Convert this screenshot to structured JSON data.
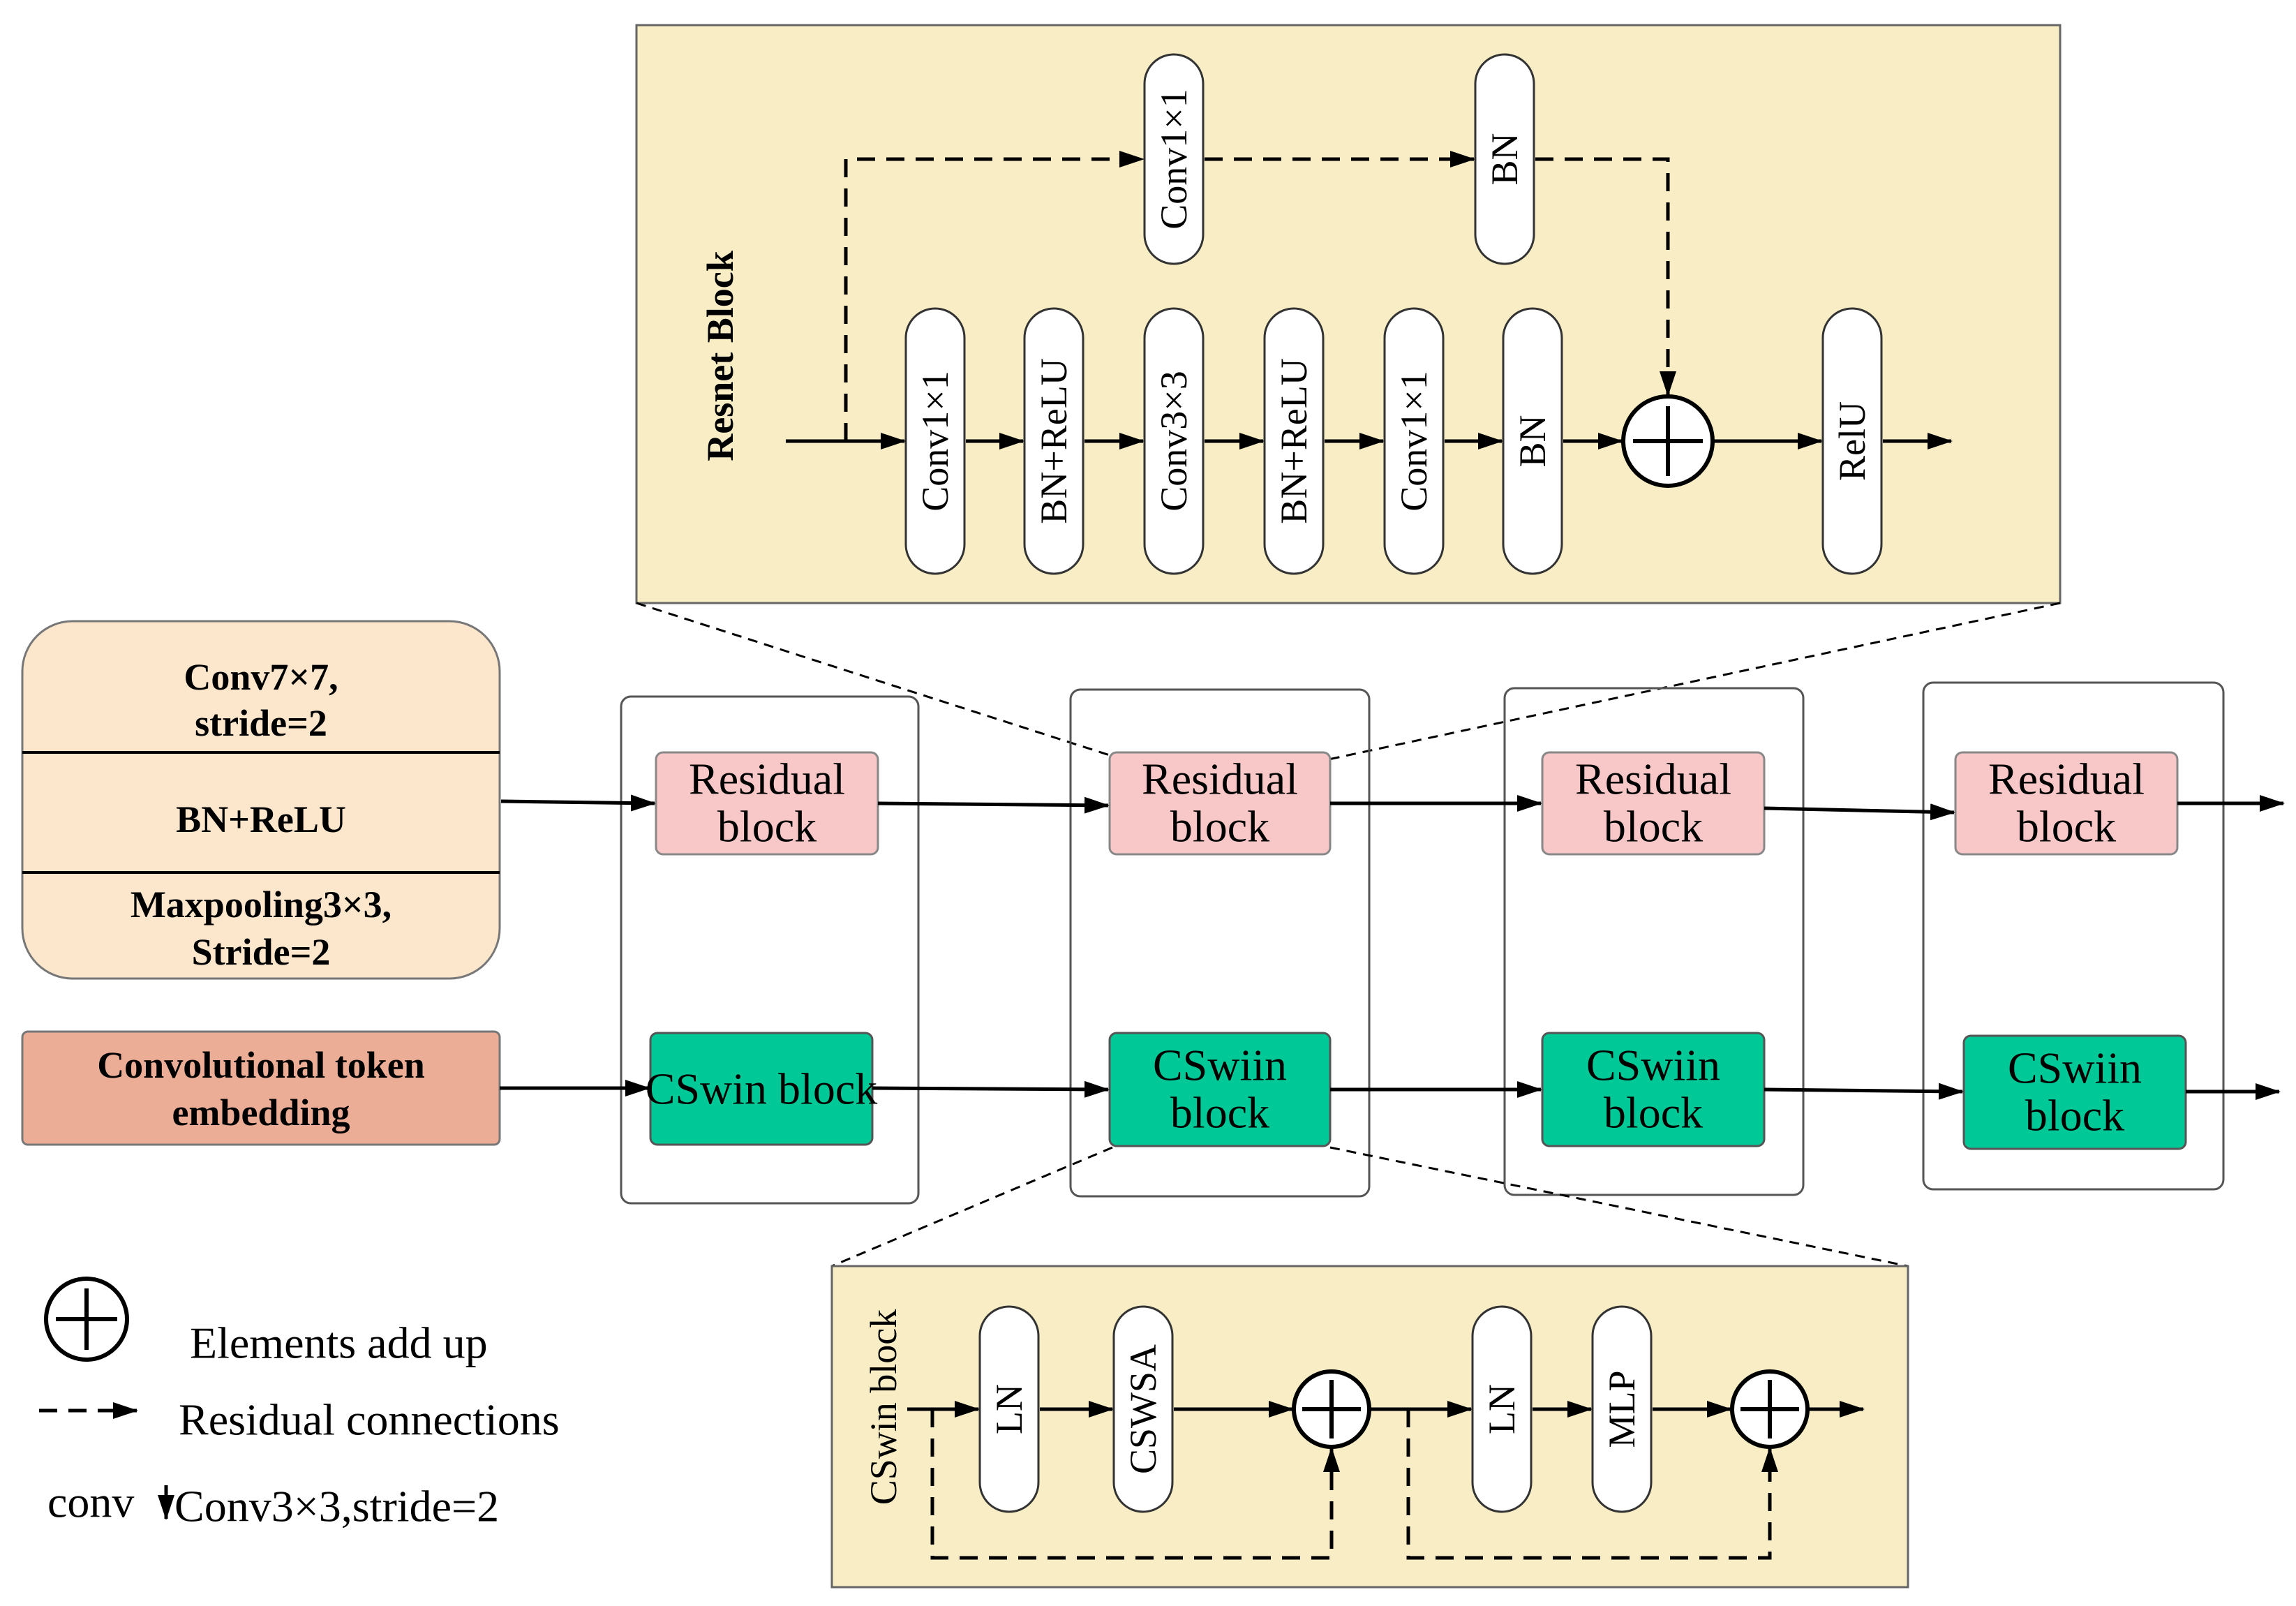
{
  "resnet": {
    "title": "Resnet Block",
    "main_ops": [
      "Conv1×1",
      "BN+ReLU",
      "Conv3×3",
      "BN+ReLU",
      "Conv1×1",
      "BN"
    ],
    "shortcut_ops": [
      "Conv1×1",
      "BN"
    ],
    "final_op": "RelU"
  },
  "stem": {
    "conv": [
      "Conv7×7,",
      "stride=2"
    ],
    "bn": "BN+ReLU",
    "pool": [
      "Maxpooling3×3,",
      "Stride=2"
    ]
  },
  "token_embed": [
    "Convolutional token",
    "embedding"
  ],
  "stages": [
    {
      "residual": [
        "Residual",
        "block"
      ],
      "cswin": [
        "CSwin block"
      ]
    },
    {
      "residual": [
        "Residual",
        "block"
      ],
      "cswin": [
        "CSwiin",
        "block"
      ]
    },
    {
      "residual": [
        "Residual",
        "block"
      ],
      "cswin": [
        "CSwiin",
        "block"
      ]
    },
    {
      "residual": [
        "Residual",
        "block"
      ],
      "cswin": [
        "CSwiin",
        "block"
      ]
    }
  ],
  "cswin_detail": {
    "title": "CSwin block",
    "ops": [
      "LN",
      "CSWSA",
      "LN",
      "MLP"
    ]
  },
  "legend": {
    "add": "Elements add up",
    "residual": "Residual connections",
    "conv_prefix": "conv",
    "conv_desc": "Conv3×3,stride=2"
  },
  "colors": {
    "panel": "#F8EDC4",
    "stem": "#FCE7CD",
    "token": "#ECAD96",
    "residual": "#F8C8C8",
    "cswin": "#00C896"
  }
}
